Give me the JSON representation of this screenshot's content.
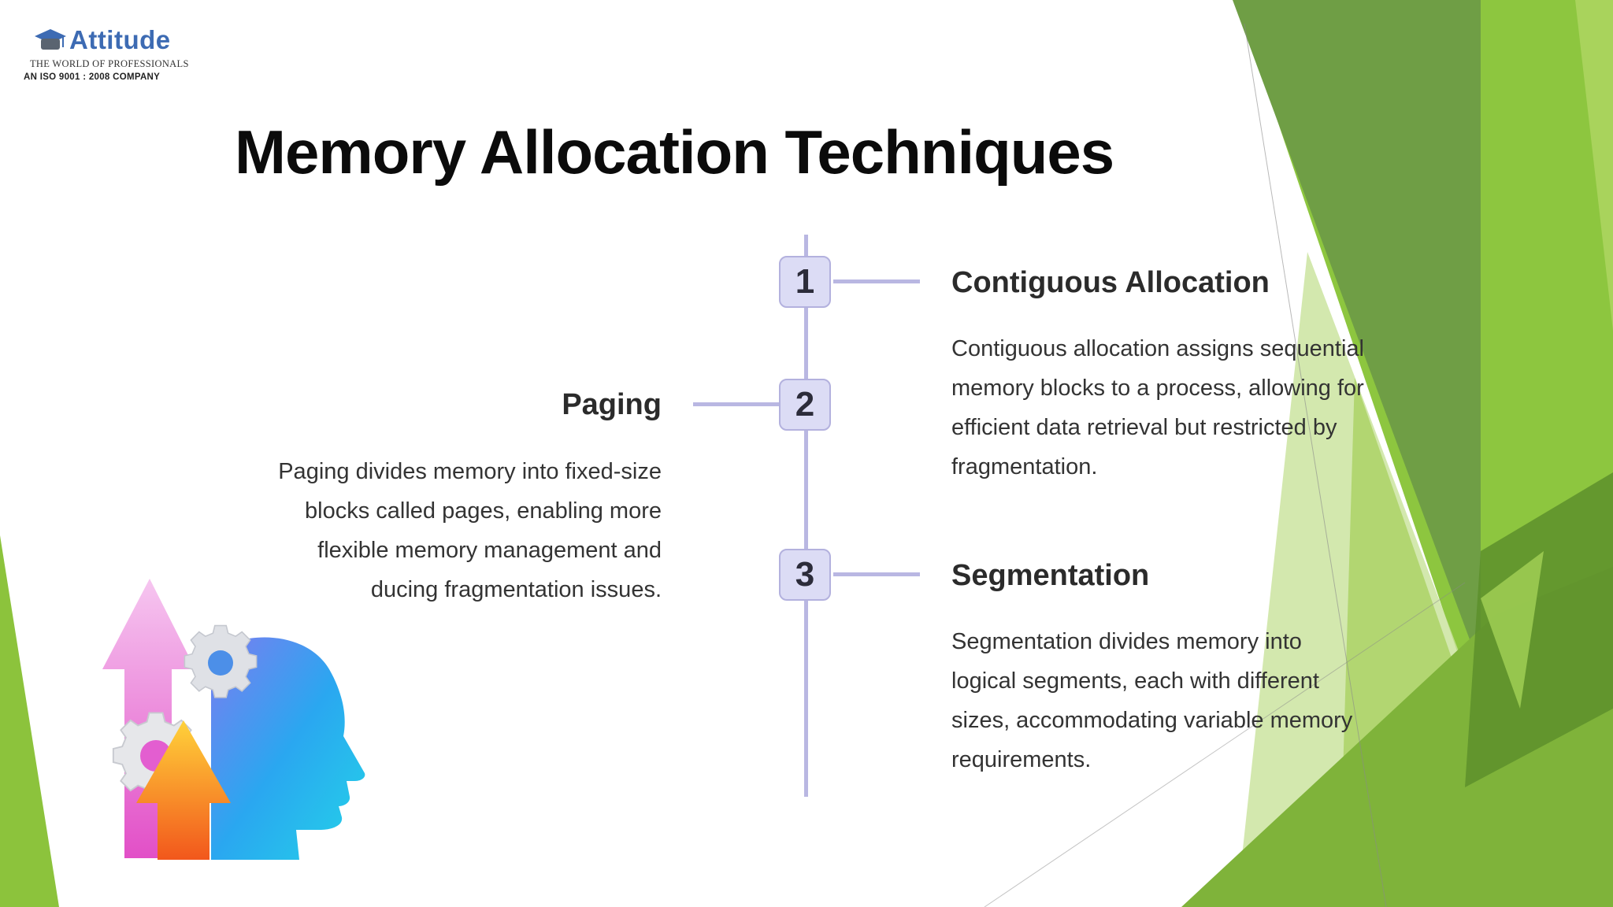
{
  "logo": {
    "brand": "Attitude",
    "tagline": "THE WORLD OF PROFESSIONALS",
    "iso": "AN ISO 9001 : 2008 COMPANY"
  },
  "slide": {
    "title": "Memory Allocation Techniques"
  },
  "steps": [
    {
      "number": "1",
      "heading": "Contiguous Allocation",
      "lines": [
        "Contiguous allocation assigns sequential",
        "memory blocks to a process, allowing for",
        "efficient data retrieval but restricted by",
        "fragmentation."
      ]
    },
    {
      "number": "2",
      "heading": "Paging",
      "lines": [
        "Paging divides memory into fixed-size",
        "blocks called pages, enabling more",
        "flexible memory management and",
        "ducing fragmentation issues."
      ]
    },
    {
      "number": "3",
      "heading": "Segmentation",
      "lines": [
        "Segmentation divides memory into",
        "logical segments, each with different",
        "sizes, accommodating variable memory",
        "requirements."
      ]
    }
  ],
  "colors": {
    "green_dark": "#5e8c31",
    "green_mid": "#7fb436",
    "green_light": "#a9d35c",
    "timeline": "#b9b7e2",
    "step_fill": "#dcdcf5"
  }
}
